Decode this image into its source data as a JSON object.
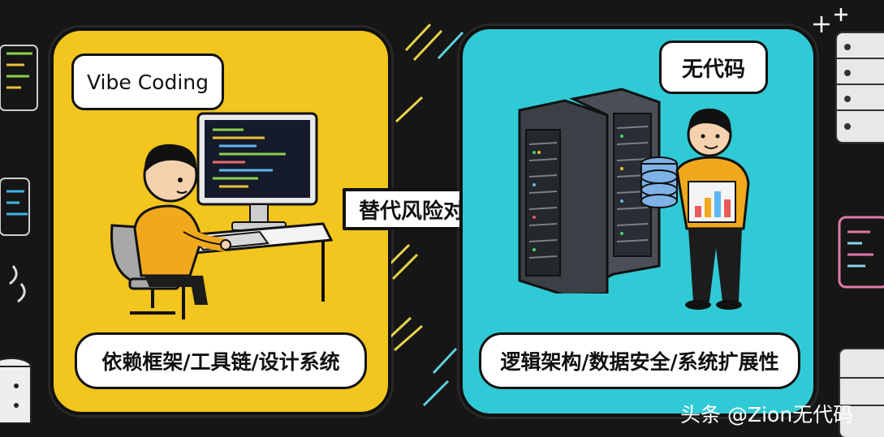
{
  "left_panel": {
    "speech": "Vibe Coding",
    "caption": "依赖框架/工具链/设计系统"
  },
  "center": {
    "arrow_label": "替代风险对比"
  },
  "right_panel": {
    "speech": "无代码",
    "caption": "逻辑架构/数据安全/系统扩展性"
  },
  "watermark": "头条 @Zion无代码",
  "colors": {
    "background": "#161616",
    "left_panel": "#f2c51f",
    "right_panel": "#2fcad5",
    "shirt": "#f0a81c"
  }
}
